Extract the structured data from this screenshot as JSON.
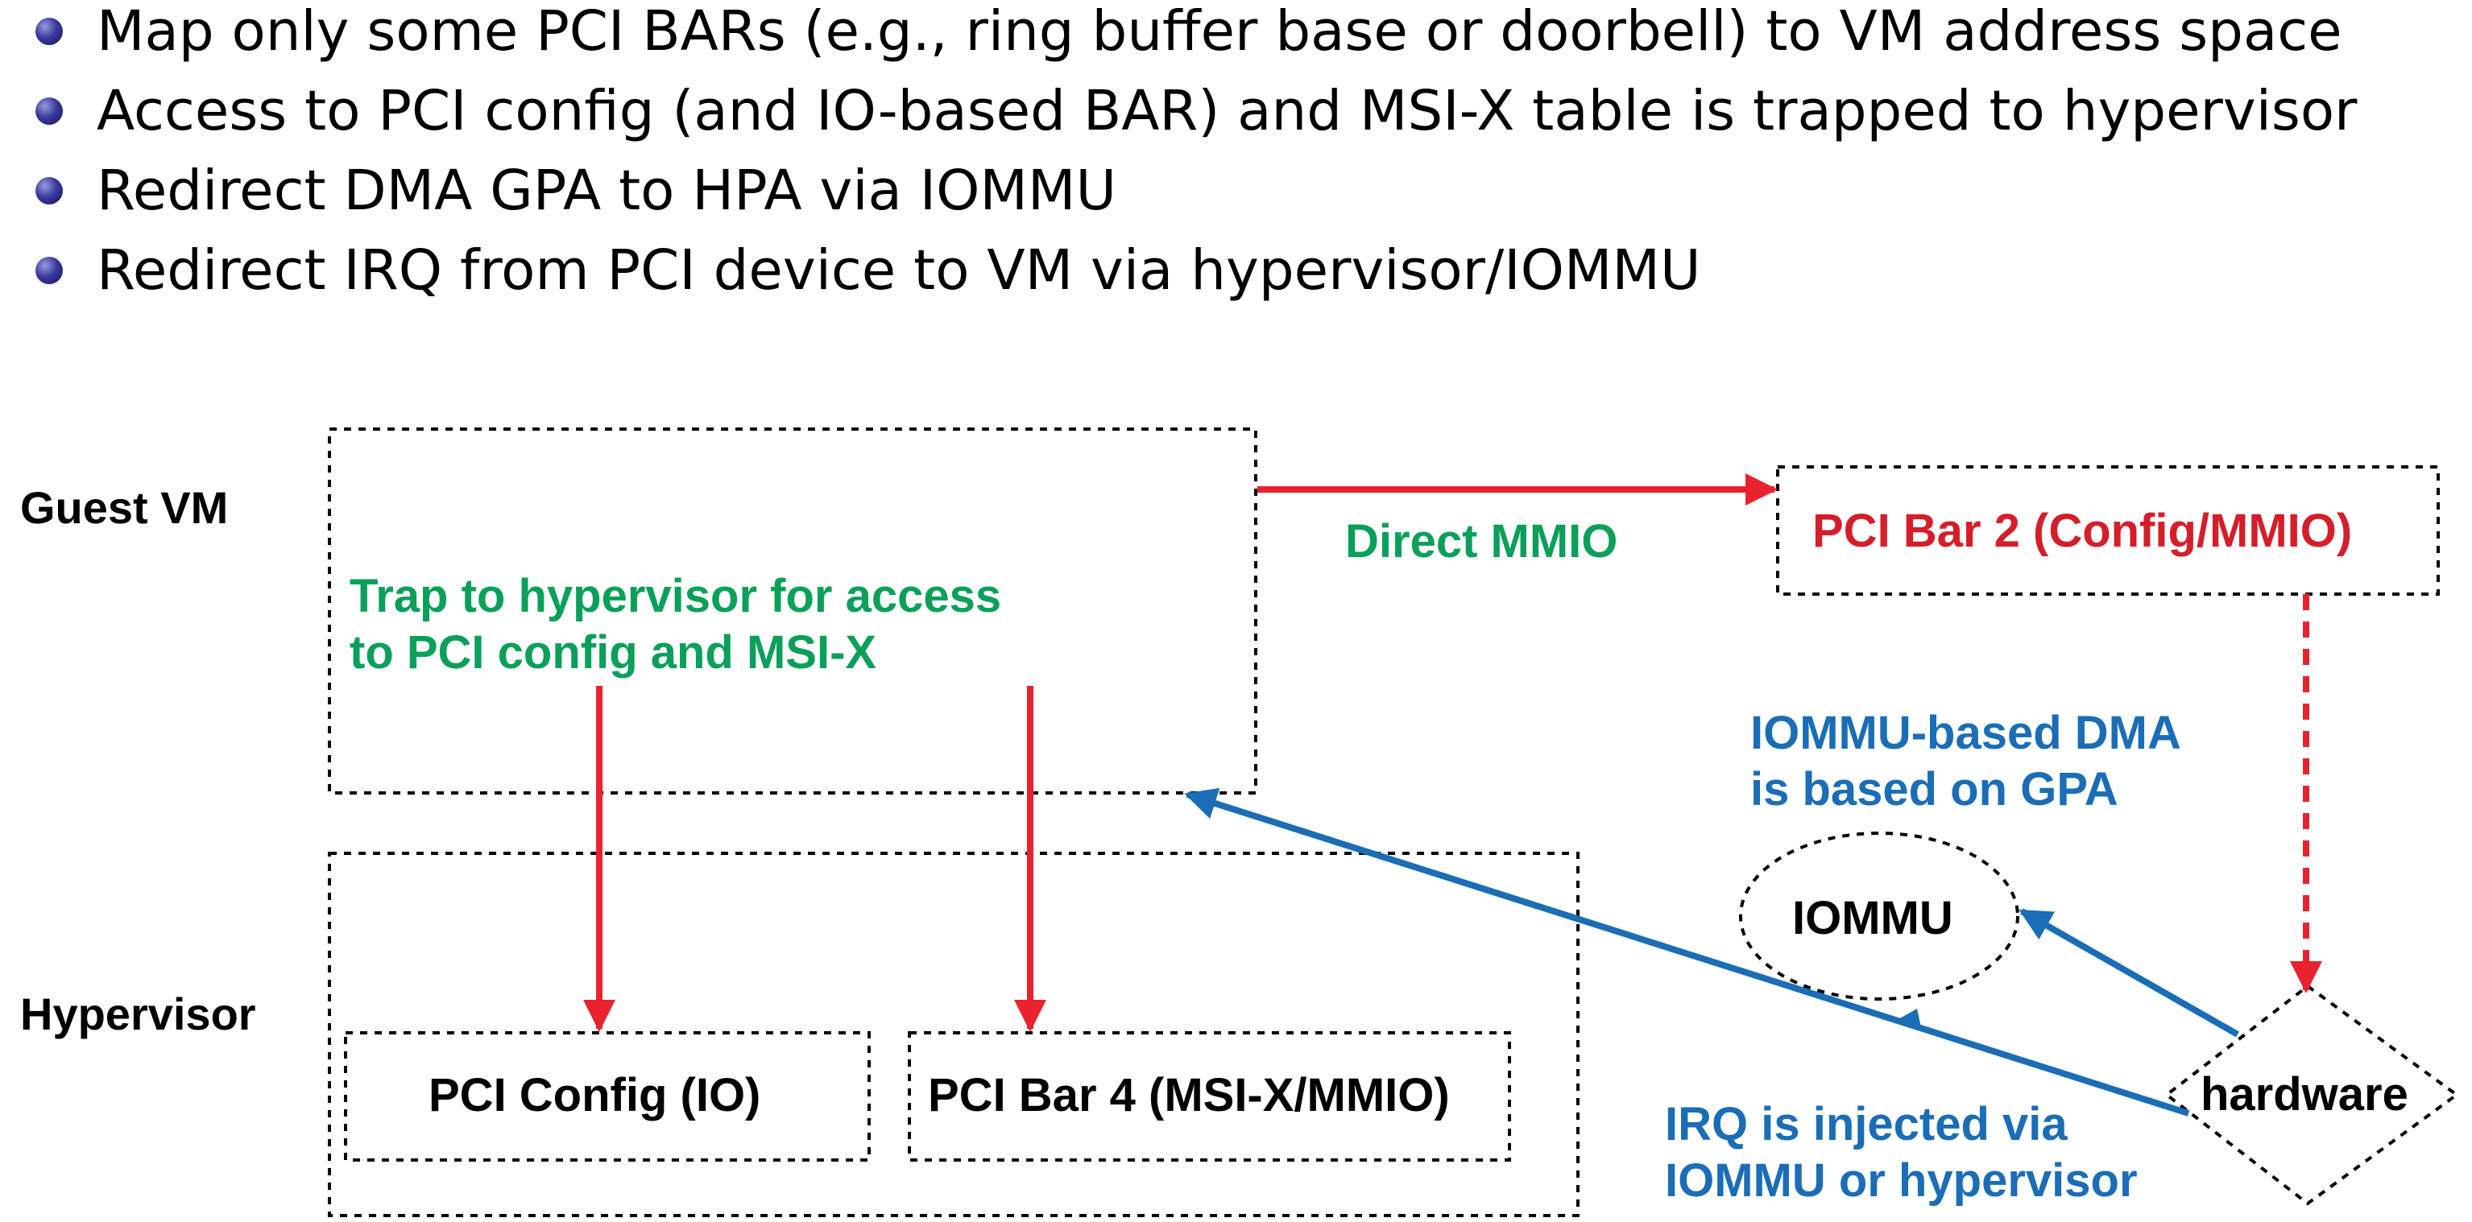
{
  "bullets": [
    "Map only some PCI BARs (e.g., ring buffer base or doorbell) to VM address space",
    "Access to PCI config (and IO-based BAR) and MSI-X table is trapped to hypervisor",
    "Redirect DMA GPA to HPA via IOMMU",
    "Redirect IRQ from PCI device to VM via hypervisor/IOMMU"
  ],
  "diagram": {
    "layers": {
      "guest_vm": "Guest VM",
      "hypervisor": "Hypervisor"
    },
    "trap_note": {
      "line1": "Trap to hypervisor for access",
      "line2": "to PCI config and MSI-X"
    },
    "direct_mmio": "Direct MMIO",
    "pci_bar2": "PCI Bar 2 (Config/MMIO)",
    "pci_config": "PCI Config (IO)",
    "pci_bar4": "PCI Bar 4 (MSI-X/MMIO)",
    "iommu": "IOMMU",
    "hardware": "hardware",
    "dma_note": {
      "line1": "IOMMU-based DMA",
      "line2": "is based on GPA"
    },
    "irq_note": {
      "line1": "IRQ is injected via",
      "line2": "IOMMU or hypervisor"
    }
  },
  "colors": {
    "red": "#e8232f",
    "green": "#0aa05a",
    "blue": "#1a6db6",
    "black": "#000000"
  }
}
